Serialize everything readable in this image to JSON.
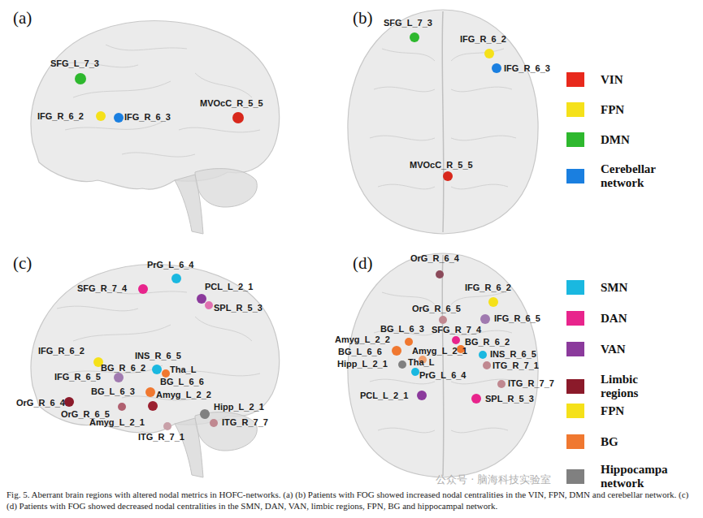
{
  "diagram": {
    "caption": "Fig. 5. Aberrant brain regions with altered nodal metrics in HOFC-networks. (a) (b) Patients with FOG showed increased nodal centralities in the VIN, FPN, DMN and cerebellar network. (c) (d) Patients with FOG showed decreased nodal centralities in the SMN, DAN, VAN, limbic regions, FPN, BG and hippocampal network.",
    "labels": [
      "(a)",
      "(b)",
      "(c)",
      "(d)",
      "SFG_L_7_3",
      "IFG_R_6_2",
      "IFG_R_6_3",
      "MVOcC_R_5_5",
      "SFG_L_7_3",
      "IFG_R_6_2",
      "IFG_R_6_3",
      "MVOcC_R_5_5",
      "PrG_L_6_4",
      "SFG_R_7_4",
      "PCL_L_2_1",
      "SPL_R_5_3",
      "IFG_R_6_2",
      "INS_R_6_5",
      "BG_R_6_2",
      "Tha_L",
      "IFG_R_6_5",
      "BG_L_6_6",
      "BG_L_6_3",
      "Amyg_L_2_2",
      "Hipp_L_2_1",
      "OrG_R_6_4",
      "OrG_R_6_5",
      "Amyg_L_2_1",
      "ITG_R_7_7",
      "ITG_R_7_1",
      "OrG_R_6_4",
      "IFG_R_6_2",
      "OrG_R_6_5",
      "IFG_R_6_5",
      "BG_L_6_3",
      "SFG_R_7_4",
      "BG_R_6_2",
      "Amyg_L_2_2",
      "BG_L_6_6",
      "Amyg_L_2_1",
      "INS_R_6_5",
      "Tha_L",
      "Hipp_L_2_1",
      "ITG_R_7_1",
      "PrG_L_6_4",
      "ITG_R_7_7",
      "PCL_L_2_1",
      "SPL_R_5_3",
      "公众号 · 脑海科技实验室"
    ],
    "legend": [
      {
        "text": "VIN",
        "color": "#e8291c"
      },
      {
        "text": "FPN",
        "color": "#f5e11a"
      },
      {
        "text": "DMN",
        "color": "#2eb82e"
      },
      {
        "text": "Cerebellar network",
        "color": "#1a7fe0"
      },
      {
        "text": "SMN",
        "color": "#1ab8e0"
      },
      {
        "text": "DAN",
        "color": "#e8248c"
      },
      {
        "text": "VAN",
        "color": "#8b3a9c"
      },
      {
        "text": "Limbic regions",
        "color": "#8b1a2a"
      },
      {
        "text": "FPN",
        "color": "#f5e11a"
      },
      {
        "text": "BG",
        "color": "#f07830"
      },
      {
        "text": "Hippocampa network",
        "color": "#808080"
      }
    ]
  }
}
